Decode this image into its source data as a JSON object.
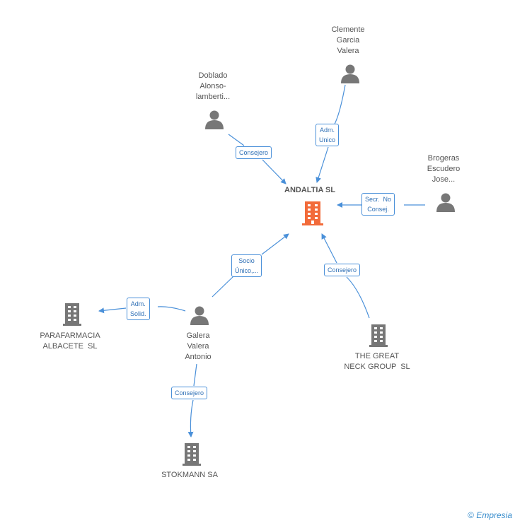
{
  "center": {
    "name": "ANDALTIA SL"
  },
  "people": {
    "clemente": "Clemente\nGarcia\nValera",
    "doblado": "Doblado\nAlonso-\nlamberti...",
    "brogeras": "Brogeras\nEscudero\nJose...",
    "galera": "Galera\nValera\nAntonio"
  },
  "companies": {
    "parafarmacia": "PARAFARMACIA\nALBACETE  SL",
    "great_neck": "THE GREAT\nNECK GROUP  SL",
    "stokmann": "STOKMANN SA"
  },
  "relations": {
    "adm_unico": "Adm.\nUnico",
    "consejero_doblado": "Consejero",
    "secr_no_consej": "Secr.  No\nConsej.",
    "socio_unico": "Socio\nÚnico,...",
    "consejero_great_neck": "Consejero",
    "adm_solid": "Adm.\nSolid.",
    "consejero_stokmann": "Consejero"
  },
  "colors": {
    "edge": "#4a90d9",
    "node": "#777777",
    "center": "#f26b3a"
  },
  "brand": {
    "copyright": "©",
    "name": "Empresia"
  }
}
